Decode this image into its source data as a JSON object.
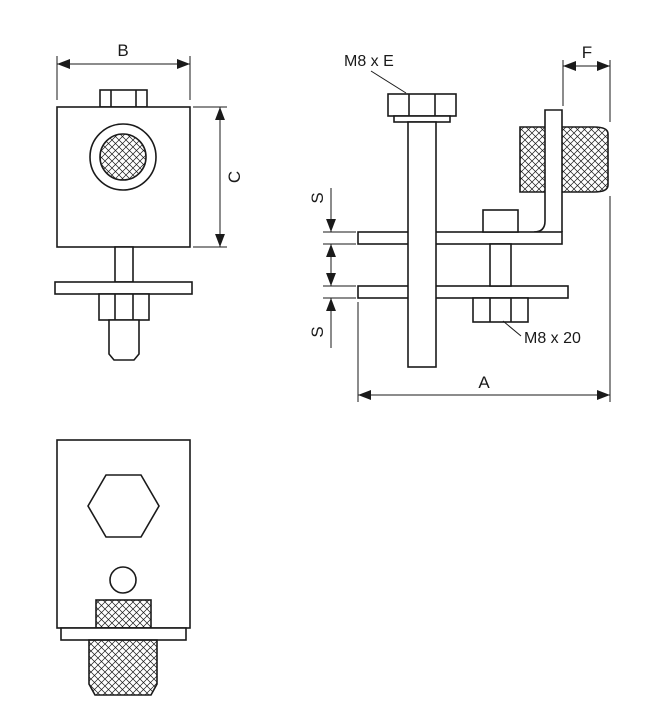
{
  "diagram": {
    "labels": {
      "dim_b": "B",
      "dim_c": "C",
      "dim_f": "F",
      "dim_a": "A",
      "dim_s_upper": "S",
      "dim_s_lower": "S",
      "bolt_spec": "M8 x E",
      "nut_spec": "M8 x 20"
    },
    "colors": {
      "line": "#1a1a1a",
      "background": "#ffffff"
    }
  }
}
